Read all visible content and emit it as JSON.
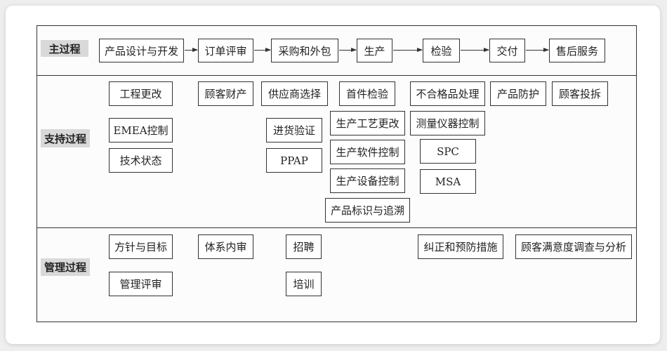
{
  "sections": {
    "main": "主过程",
    "support": "支持过程",
    "management": "管理过程"
  },
  "main_process": [
    "产品设计与开发",
    "订单评审",
    "采购和外包",
    "生产",
    "检验",
    "交付",
    "售后服务"
  ],
  "support_process": {
    "engineering_change": "工程更改",
    "customer_property": "顾客财产",
    "supplier_selection": "供应商选择",
    "first_article": "首件检验",
    "nonconforming": "不合格品处理",
    "product_protection": "产品防护",
    "customer_complaint": "顾客投拆",
    "emea_control": "EMEA控制",
    "technical_status": "技术状态",
    "incoming_verification": "进货验证",
    "ppap": "PPAP",
    "process_change": "生产工艺更改",
    "software_control": "生产软件控制",
    "equipment_control": "生产设备控制",
    "identification": "产品标识与追溯",
    "instrument_control": "测量仪器控制",
    "spc": "SPC",
    "msa": "MSA"
  },
  "management_process": {
    "policy": "方针与目标",
    "internal_audit": "体系内审",
    "recruitment": "招聘",
    "corrective": "纠正和预防措施",
    "satisfaction": "顾客满意度调查与分析",
    "review": "管理评审",
    "training": "培训"
  }
}
